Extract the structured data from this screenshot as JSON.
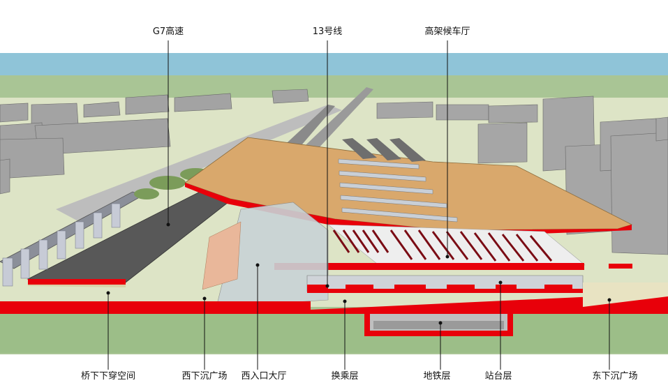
{
  "labels_top": [
    {
      "id": "g7",
      "text": "G7高速"
    },
    {
      "id": "line13",
      "text": "13号线"
    },
    {
      "id": "waiting",
      "text": "高架候车厅"
    }
  ],
  "labels_bottom": [
    {
      "id": "under-bridge",
      "text": "桥下下穿空间"
    },
    {
      "id": "west-plaza",
      "text": "西下沉广场"
    },
    {
      "id": "west-hall",
      "text": "西入口大厅"
    },
    {
      "id": "transfer",
      "text": "换乘层"
    },
    {
      "id": "subway",
      "text": "地铁层"
    },
    {
      "id": "platform",
      "text": "站台层"
    },
    {
      "id": "east-plaza",
      "text": "东下沉广场"
    }
  ],
  "colors": {
    "sky": "#8fc4d8",
    "grass": "#9cbe88",
    "ground": "#dfe6cc",
    "section_red": "#e8000a",
    "roof": "#d9a86c",
    "building": "#a8a8a8",
    "road": "#b9b9b9",
    "track": "#555555"
  }
}
